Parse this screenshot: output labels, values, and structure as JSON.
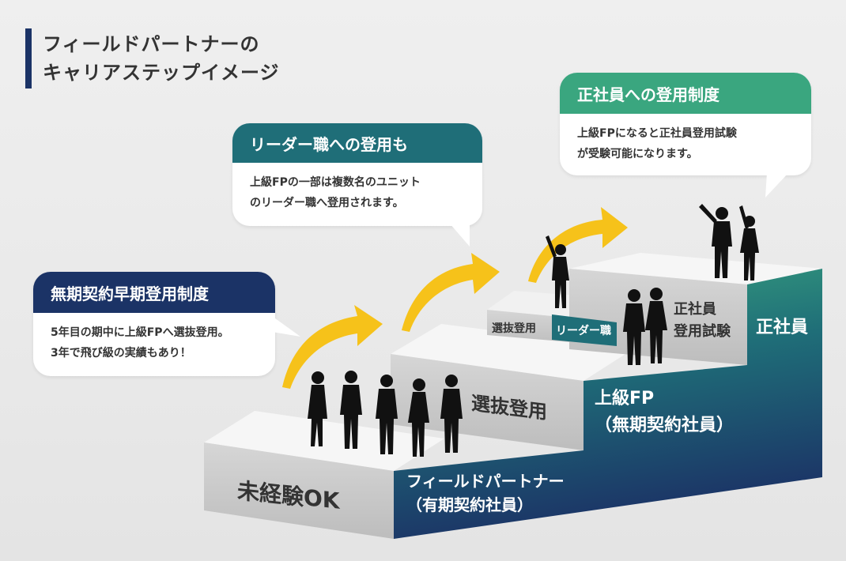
{
  "title": {
    "line1": "フィールドパートナーの",
    "line2": "キャリアステップイメージ"
  },
  "bubbles": {
    "early": {
      "heading": "無期契約早期登用制度",
      "line1": "5年目の期中に上級FPへ選抜登用。",
      "line2": "3年で飛び級の実績もあり！",
      "color": "#1b3366"
    },
    "leader": {
      "heading": "リーダー職への登用も",
      "line1": "上級FPの一部は複数名のユニット",
      "line2": "のリーダー職へ登用されます。",
      "color": "#1f6e78"
    },
    "regular": {
      "heading": "正社員への登用制度",
      "line1": "上級FPになると正社員登用試験",
      "line2": "が受験可能になります。",
      "color": "#3aa67f"
    }
  },
  "stairs": {
    "step1_side": "未経験OK",
    "step1_front_line1": "フィールドパートナー",
    "step1_front_line2": "（有期契約社員）",
    "step2_side": "選抜登用",
    "step2_front_line1": "上級FP",
    "step2_front_line2": "（無期契約社員）",
    "step3_side_left": "選抜登用",
    "step3_side_right": "リーダー職",
    "step3_exam_line1": "正社員",
    "step3_exam_line2": "登用試験",
    "step4_front": "正社員"
  },
  "colors": {
    "arrow": "#f6c21a",
    "stair_gradient_top": "#3aa67f",
    "stair_gradient_bottom": "#1b3366",
    "stair_side": "#c9c9c9",
    "stair_top": "#f4f4f4"
  }
}
